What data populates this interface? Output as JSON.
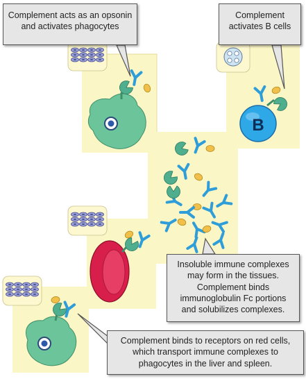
{
  "callouts": {
    "opsonin": {
      "line1": "Complement acts as an opsonin",
      "line2": "and activates phagocytes"
    },
    "b_cells": {
      "line1": "Complement",
      "line2": "activates B cells"
    },
    "immune_complexes": {
      "line1": "Insoluble immune complexes",
      "line2": "may form in the tissues.",
      "line3": "Complement binds",
      "line4": "immunoglobulin Fc portions",
      "line5": "and solubilizes complexes."
    },
    "red_cells": {
      "line1": "Complement binds to receptors on red cells,",
      "line2": "which transport immune complexes to",
      "line3": "phagocytes in the liver and spleen."
    }
  },
  "cell_labels": {
    "b_cell": "B"
  },
  "colors": {
    "panel": "#fbf6c6",
    "antibody": "#2f9ed8",
    "complement": "#4eae8e",
    "fc_receptor": "#f0c04a",
    "phagocyte": "#6cc49a",
    "b_cell": "#2fa8e8",
    "red_cell": "#d81e4a",
    "tissue_icon": "#9aa0d8"
  },
  "icons": [
    "tissue-icon",
    "lymph-node-icon"
  ]
}
